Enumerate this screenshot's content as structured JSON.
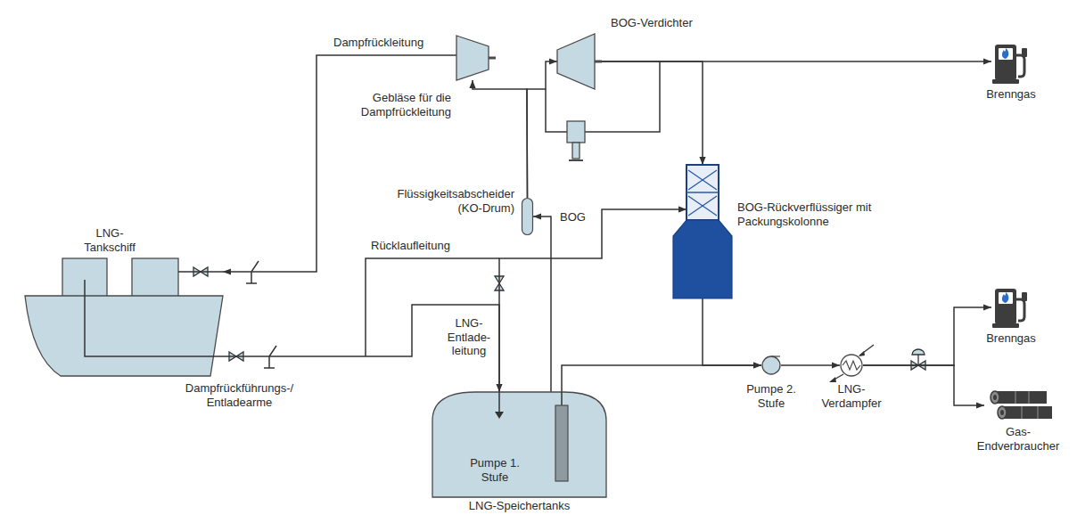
{
  "diagram": {
    "nodes": [
      {
        "text": [
          "LNG- Tankschiff"
        ]
      },
      {
        "text": [
          "Pumpe 1. Stufe",
          "LNG-Speichertanks"
        ]
      },
      {
        "text": [
          "Flüssigkeitsabscheider (KO-Drum)"
        ]
      },
      {
        "text": [
          "Gebläse für die Dampfrückleitung"
        ]
      },
      {
        "text": [
          "BOG-Verdichter"
        ]
      },
      {
        "text": [
          "BOG-Rückverflüssiger mit Packungskolonne"
        ]
      },
      {
        "text": [
          "Pumpe 2. Stufe"
        ]
      },
      {
        "text": [
          "LNG- Verdampfer"
        ]
      },
      {
        "text": [
          "Brenngas"
        ]
      },
      {
        "text": [
          "Brenngas"
        ]
      },
      {
        "text": [
          "Gas- Endverbraucher"
        ]
      }
    ],
    "edges": [
      {
        "from": 3,
        "to": 0,
        "arrow": "to",
        "label": "Dampfrückleitung"
      },
      {
        "from": 0,
        "to": 1,
        "arrow": "to",
        "label": "LNG- Entlade- leitung"
      },
      {
        "from": 1,
        "to": 2,
        "arrow": "to",
        "label": "BOG"
      },
      {
        "from": 2,
        "to": 3,
        "arrow": "to"
      },
      {
        "from": 2,
        "to": 4,
        "arrow": "to"
      },
      {
        "from": 4,
        "to": 8,
        "arrow": "to"
      },
      {
        "from": 4,
        "to": 5,
        "arrow": "to"
      },
      {
        "from": 1,
        "to": 5,
        "arrow": "to",
        "label": "Rücklaufleitung"
      },
      {
        "from": 1,
        "to": 6,
        "arrow": "to"
      },
      {
        "from": 5,
        "to": 6,
        "arrow": "to"
      },
      {
        "from": 6,
        "to": 7,
        "arrow": "to"
      },
      {
        "from": 7,
        "to": 9,
        "arrow": "to"
      },
      {
        "from": 7,
        "to": 10,
        "arrow": "to"
      }
    ],
    "labels": [
      "Dampfrückführungs-/ Entladearme"
    ]
  }
}
